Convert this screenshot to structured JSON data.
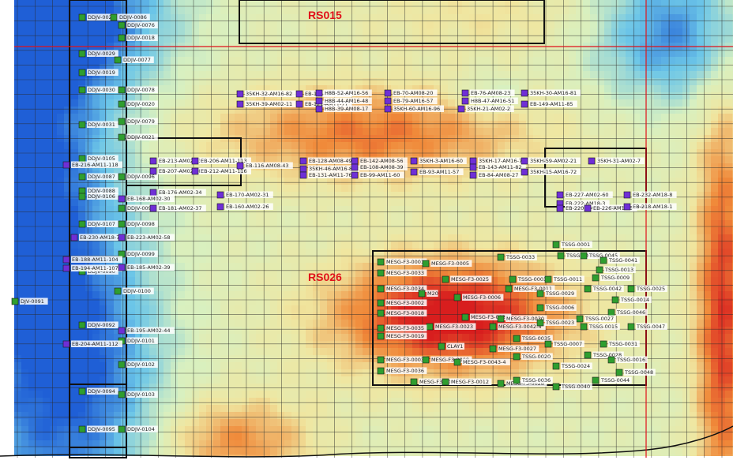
{
  "map": {
    "colors": {
      "low": "#1f5fd6",
      "mid_low": "#6cc6e8",
      "mid": "#d8f0c0",
      "mid_high": "#f0e6a0",
      "high": "#f08a3a",
      "peak": "#d81e1e",
      "grid": "#2a2a2a",
      "boundary": "#111111",
      "well_green": "#2f9e2f",
      "well_purple": "#6f2fd6",
      "region_line": "#e0101a"
    },
    "regions": [
      {
        "name": "RS015"
      },
      {
        "name": "RS026"
      }
    ],
    "green_wells": [
      {
        "label": "DDJV-0028"
      },
      {
        "label": "DDJV-0086"
      },
      {
        "label": "DDJV-0076"
      },
      {
        "label": "DDJV-0018"
      },
      {
        "label": "DDJV-0029"
      },
      {
        "label": "DDJV-0077"
      },
      {
        "label": "DDJV-0019"
      },
      {
        "label": "DDJV-0030"
      },
      {
        "label": "DDJV-0078"
      },
      {
        "label": "DDJV-0020"
      },
      {
        "label": "DDJV-0031"
      },
      {
        "label": "DDJV-0079"
      },
      {
        "label": "DDJV-0021"
      },
      {
        "label": "DDJV-0105"
      },
      {
        "label": "DDJV-0087"
      },
      {
        "label": "DDJV-0096"
      },
      {
        "label": "DDJV-0088"
      },
      {
        "label": "DDJV-0106"
      },
      {
        "label": "DDJV-0097"
      },
      {
        "label": "DDJV-0107"
      },
      {
        "label": "DDJV-0098"
      },
      {
        "label": "DDJV-0099"
      },
      {
        "label": "DDJV-0090"
      },
      {
        "label": "DDJV-0100"
      },
      {
        "label": "DJV-0091"
      },
      {
        "label": "DDJV-0092"
      },
      {
        "label": "DDJV-0101"
      },
      {
        "label": "DDJV-0102"
      },
      {
        "label": "DDJV-0094"
      },
      {
        "label": "DDJV-0103"
      },
      {
        "label": "DDJV-0095"
      },
      {
        "label": "DDJV-0104"
      },
      {
        "label": "MESG-F3-0001"
      },
      {
        "label": "MESG-F3-0005"
      },
      {
        "label": "MESG-F3-0033"
      },
      {
        "label": "MESG-F3-0025"
      },
      {
        "label": "MESG-F3-0034"
      },
      {
        "label": "M20"
      },
      {
        "label": "MESG-F3-0006"
      },
      {
        "label": "MESG-F3-0011"
      },
      {
        "label": "MESG-F3-0002"
      },
      {
        "label": "MESG-F3-0018"
      },
      {
        "label": "MESG-F3-0026"
      },
      {
        "label": "MESG-F3-0030"
      },
      {
        "label": "MESG-F3-0023"
      },
      {
        "label": "MESG-F3-0042-4"
      },
      {
        "label": "MESG-F3-0035"
      },
      {
        "label": "MESG-F3-0019"
      },
      {
        "label": "CLAY1"
      },
      {
        "label": "MESG-F3-0027"
      },
      {
        "label": "MESG-F3-0003"
      },
      {
        "label": "MESG-F3-0008"
      },
      {
        "label": "MESG-F3-0043-4"
      },
      {
        "label": "MESG-F3-0036"
      },
      {
        "label": "MESG-F3-0004"
      },
      {
        "label": "MESG-F3-0012"
      },
      {
        "label": "MESG-F3-0028"
      },
      {
        "label": "TSSG-0033"
      },
      {
        "label": "TSSG-0001"
      },
      {
        "label": "TSSG-0037"
      },
      {
        "label": "TSSG-0045"
      },
      {
        "label": "TSSG-0041"
      },
      {
        "label": "TSSG-0013"
      },
      {
        "label": "TSSG-0003"
      },
      {
        "label": "TSSG-0011"
      },
      {
        "label": "TSSG-0009"
      },
      {
        "label": "TSSG-0029"
      },
      {
        "label": "TSSG-0042"
      },
      {
        "label": "TSSG-0025"
      },
      {
        "label": "TSSG-0014"
      },
      {
        "label": "TSSG-0006"
      },
      {
        "label": "TSSG-0046"
      },
      {
        "label": "TSSG-0027"
      },
      {
        "label": "TSSG-0023"
      },
      {
        "label": "TSSG-0015"
      },
      {
        "label": "TSSG-0047"
      },
      {
        "label": "TSSG-0035"
      },
      {
        "label": "TSSG-0007"
      },
      {
        "label": "TSSG-0031"
      },
      {
        "label": "TSSG-0028"
      },
      {
        "label": "TSSG-0020"
      },
      {
        "label": "TSSG-0016"
      },
      {
        "label": "TSSG-0024"
      },
      {
        "label": "TSSG-0048"
      },
      {
        "label": "TSSG-0036"
      },
      {
        "label": "TSSG-0040"
      },
      {
        "label": "TSSG-0044"
      }
    ],
    "purple_wells": [
      {
        "label": "35KH-32-AM16-82"
      },
      {
        "label": "35KH-39-AM02-11"
      },
      {
        "label": "EB-115-AM11-68"
      },
      {
        "label": "EB-121-AM11-71"
      },
      {
        "label": "H8B-52-AM16-56"
      },
      {
        "label": "H8B-44-AM16-48"
      },
      {
        "label": "H8B-39-AM08-17"
      },
      {
        "label": "EB-70-AM08-20"
      },
      {
        "label": "EB-79-AM16-57"
      },
      {
        "label": "35KH-60-AM16-96"
      },
      {
        "label": "EB-76-AM08-23"
      },
      {
        "label": "H8B-47-AM16-51"
      },
      {
        "label": "35KH-21-AM02-2"
      },
      {
        "label": "35KH-30-AM16-81"
      },
      {
        "label": "EB-149-AM11-85"
      },
      {
        "label": "EB-216-AM11-118"
      },
      {
        "label": "EB-213-AM02-53"
      },
      {
        "label": "EB-207-AM02-50"
      },
      {
        "label": "EB-206-AM11-113"
      },
      {
        "label": "EB-212-AM11-116"
      },
      {
        "label": "EB-116-AM08-43"
      },
      {
        "label": "EB-128-AM08-49"
      },
      {
        "label": "35KH-46-AM16-89"
      },
      {
        "label": "EB-131-AM11-76"
      },
      {
        "label": "EB-142-AM08-56"
      },
      {
        "label": "EB-108-AM08-39"
      },
      {
        "label": "EB-99-AM11-60"
      },
      {
        "label": "35KH-3-AM16-60"
      },
      {
        "label": "EB-93-AM11-57"
      },
      {
        "label": "35KH-17-AM16-74"
      },
      {
        "label": "EB-143-AM11-82"
      },
      {
        "label": "EB-84-AM08-27"
      },
      {
        "label": "35KH-59-AM02-21"
      },
      {
        "label": "35KH-15-AM16-72"
      },
      {
        "label": "35KH-31-AM02-7"
      },
      {
        "label": "EB-176-AM02-34"
      },
      {
        "label": "EB-168-AM02-30"
      },
      {
        "label": "EB-181-AM02-37"
      },
      {
        "label": "EB-170-AM02-31"
      },
      {
        "label": "EB-160-AM02-26"
      },
      {
        "label": "EB-227-AM02-60"
      },
      {
        "label": "EB-222-AM18-3"
      },
      {
        "label": "EB-220-AM18-2"
      },
      {
        "label": "EB-226-AM18-5"
      },
      {
        "label": "EB-232-AM18-8"
      },
      {
        "label": "EB-218-AM18-1"
      },
      {
        "label": "EB-230-AM18-7"
      },
      {
        "label": "EB-223-AM02-58"
      },
      {
        "label": "EB-188-AM11-104"
      },
      {
        "label": "EB-194-AM11-107"
      },
      {
        "label": "EB-185-AM02-39"
      },
      {
        "label": "EB-195-AM02-44"
      },
      {
        "label": "EB-204-AM11-112"
      }
    ]
  }
}
